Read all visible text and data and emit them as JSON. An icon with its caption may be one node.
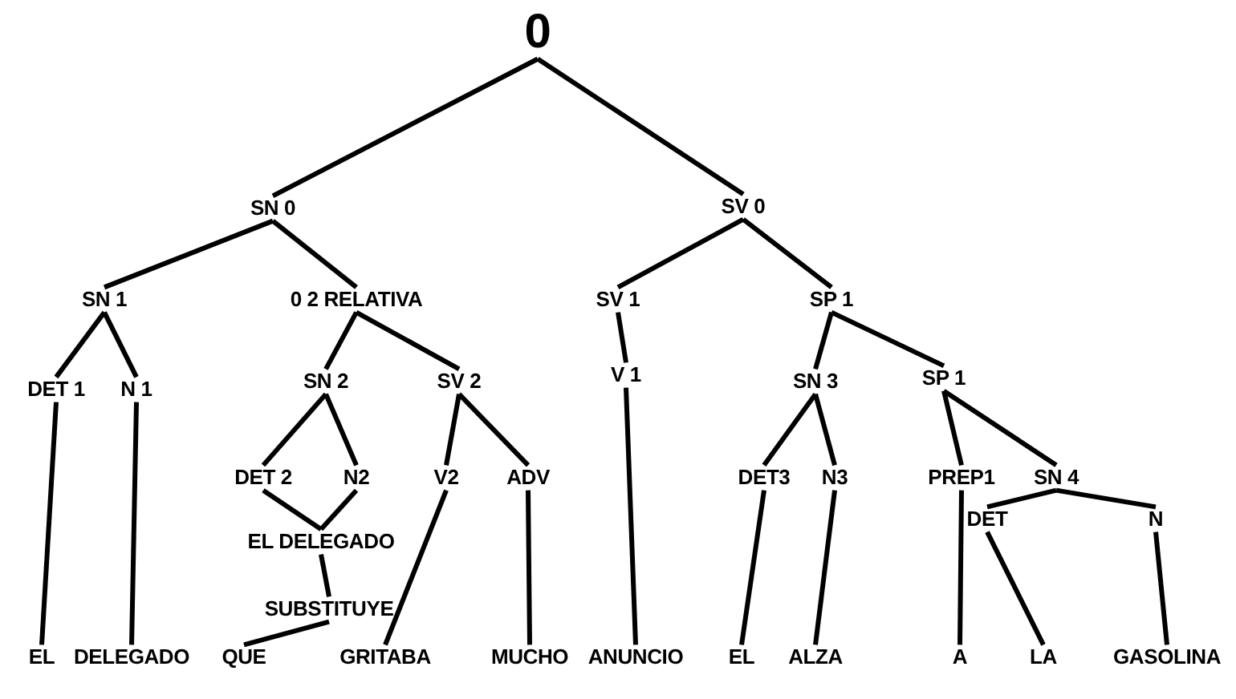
{
  "diagram": {
    "nodes": [
      {
        "text": [
          "0"
        ]
      },
      {
        "text": [
          "SN 0"
        ]
      },
      {
        "text": [
          "SV 0"
        ]
      },
      {
        "text": [
          "SN 1"
        ]
      },
      {
        "text": [
          "0 2 RELATIVA"
        ]
      },
      {
        "text": [
          "SV 1"
        ]
      },
      {
        "text": [
          "SP 1"
        ]
      },
      {
        "text": [
          "DET 1"
        ]
      },
      {
        "text": [
          "N 1"
        ]
      },
      {
        "text": [
          "SN 2"
        ]
      },
      {
        "text": [
          "SV 2"
        ]
      },
      {
        "text": [
          "V 1"
        ]
      },
      {
        "text": [
          "SN 3"
        ]
      },
      {
        "text": [
          "SP 1"
        ]
      },
      {
        "text": [
          "DET 2"
        ]
      },
      {
        "text": [
          "N2"
        ]
      },
      {
        "text": [
          "V2"
        ]
      },
      {
        "text": [
          "ADV"
        ]
      },
      {
        "text": [
          "DET3"
        ]
      },
      {
        "text": [
          "N3"
        ]
      },
      {
        "text": [
          "PREP1"
        ]
      },
      {
        "text": [
          "SN 4"
        ]
      },
      {
        "text": [
          "EL DELEGADO"
        ]
      },
      {
        "text": [
          "SUBSTITUYE"
        ]
      },
      {
        "text": [
          "DET"
        ]
      },
      {
        "text": [
          "N"
        ]
      },
      {
        "text": [
          "EL"
        ]
      },
      {
        "text": [
          "DELEGADO"
        ]
      },
      {
        "text": [
          "QUE"
        ]
      },
      {
        "text": [
          "GRITABA"
        ]
      },
      {
        "text": [
          "MUCHO"
        ]
      },
      {
        "text": [
          "ANUNCIO"
        ]
      },
      {
        "text": [
          "EL"
        ]
      },
      {
        "text": [
          "ALZA"
        ]
      },
      {
        "text": [
          "A"
        ]
      },
      {
        "text": [
          "LA"
        ]
      },
      {
        "text": [
          "GASOLINA"
        ]
      }
    ],
    "edges": [
      {
        "from": 0,
        "to": 1,
        "arrow": "none"
      },
      {
        "from": 0,
        "to": 2,
        "arrow": "none"
      },
      {
        "from": 1,
        "to": 3,
        "arrow": "none"
      },
      {
        "from": 1,
        "to": 4,
        "arrow": "none"
      },
      {
        "from": 2,
        "to": 5,
        "arrow": "none"
      },
      {
        "from": 2,
        "to": 6,
        "arrow": "none"
      },
      {
        "from": 3,
        "to": 7,
        "arrow": "none"
      },
      {
        "from": 3,
        "to": 8,
        "arrow": "none"
      },
      {
        "from": 4,
        "to": 9,
        "arrow": "none"
      },
      {
        "from": 4,
        "to": 10,
        "arrow": "none"
      },
      {
        "from": 5,
        "to": 11,
        "arrow": "none"
      },
      {
        "from": 6,
        "to": 12,
        "arrow": "none"
      },
      {
        "from": 6,
        "to": 13,
        "arrow": "none"
      },
      {
        "from": 9,
        "to": 14,
        "arrow": "none"
      },
      {
        "from": 9,
        "to": 15,
        "arrow": "none"
      },
      {
        "from": 10,
        "to": 16,
        "arrow": "none"
      },
      {
        "from": 10,
        "to": 17,
        "arrow": "none"
      },
      {
        "from": 12,
        "to": 18,
        "arrow": "none"
      },
      {
        "from": 12,
        "to": 19,
        "arrow": "none"
      },
      {
        "from": 13,
        "to": 20,
        "arrow": "none"
      },
      {
        "from": 13,
        "to": 21,
        "arrow": "none"
      },
      {
        "from": 14,
        "to": 22,
        "arrow": "none"
      },
      {
        "from": 15,
        "to": 22,
        "arrow": "none"
      },
      {
        "from": 22,
        "to": 23,
        "arrow": "none"
      },
      {
        "from": 23,
        "to": 28,
        "arrow": "none"
      },
      {
        "from": 7,
        "to": 26,
        "arrow": "none"
      },
      {
        "from": 8,
        "to": 27,
        "arrow": "none"
      },
      {
        "from": 16,
        "to": 29,
        "arrow": "none"
      },
      {
        "from": 17,
        "to": 30,
        "arrow": "none"
      },
      {
        "from": 11,
        "to": 31,
        "arrow": "none"
      },
      {
        "from": 18,
        "to": 32,
        "arrow": "none"
      },
      {
        "from": 19,
        "to": 33,
        "arrow": "none"
      },
      {
        "from": 20,
        "to": 34,
        "arrow": "none"
      },
      {
        "from": 21,
        "to": 24,
        "arrow": "none"
      },
      {
        "from": 21,
        "to": 25,
        "arrow": "none"
      },
      {
        "from": 24,
        "to": 35,
        "arrow": "none"
      },
      {
        "from": 25,
        "to": 36,
        "arrow": "none"
      }
    ]
  }
}
